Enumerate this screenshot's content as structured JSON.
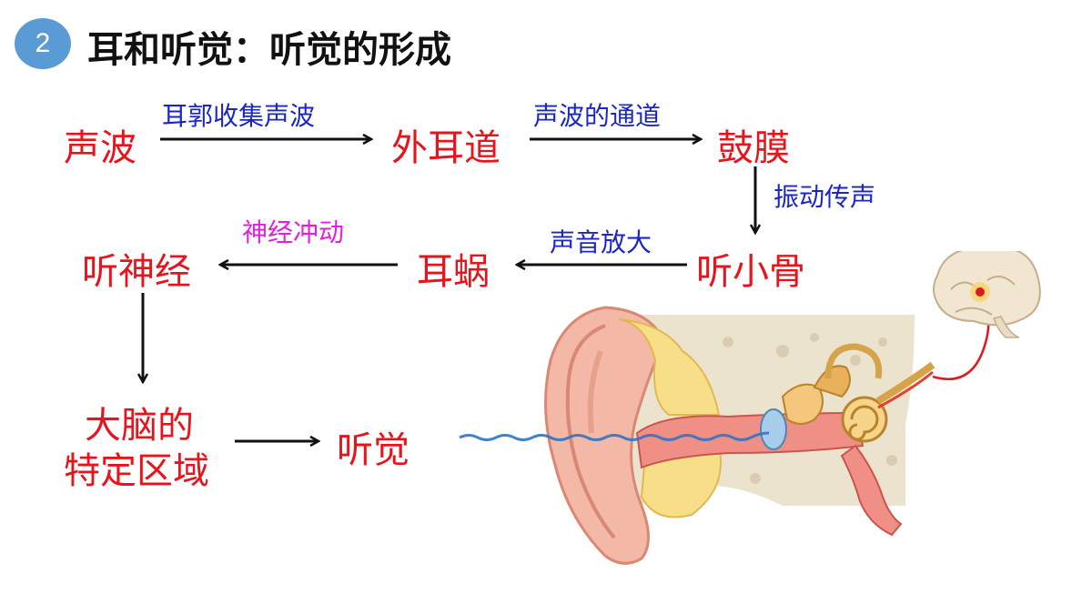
{
  "header": {
    "badge_number": "2",
    "title": "耳和听觉：听觉的形成"
  },
  "nodes": {
    "sound_wave": "声波",
    "ear_canal": "外耳道",
    "eardrum": "鼓膜",
    "ossicles": "听小骨",
    "cochlea": "耳蜗",
    "auditory_nerve": "听神经",
    "brain_area_line1": "大脑的",
    "brain_area_line2": "特定区域",
    "hearing": "听觉"
  },
  "labels": {
    "pinna_collects": "耳郭收集声波",
    "wave_channel": "声波的通道",
    "vibration": "振动传声",
    "amplify": "声音放大",
    "nerve_impulse": "神经冲动"
  },
  "colors": {
    "node_text": "#e8141b",
    "label_blue": "#1a26c8",
    "label_magenta": "#e21ee0",
    "badge": "#5b9bd5"
  }
}
